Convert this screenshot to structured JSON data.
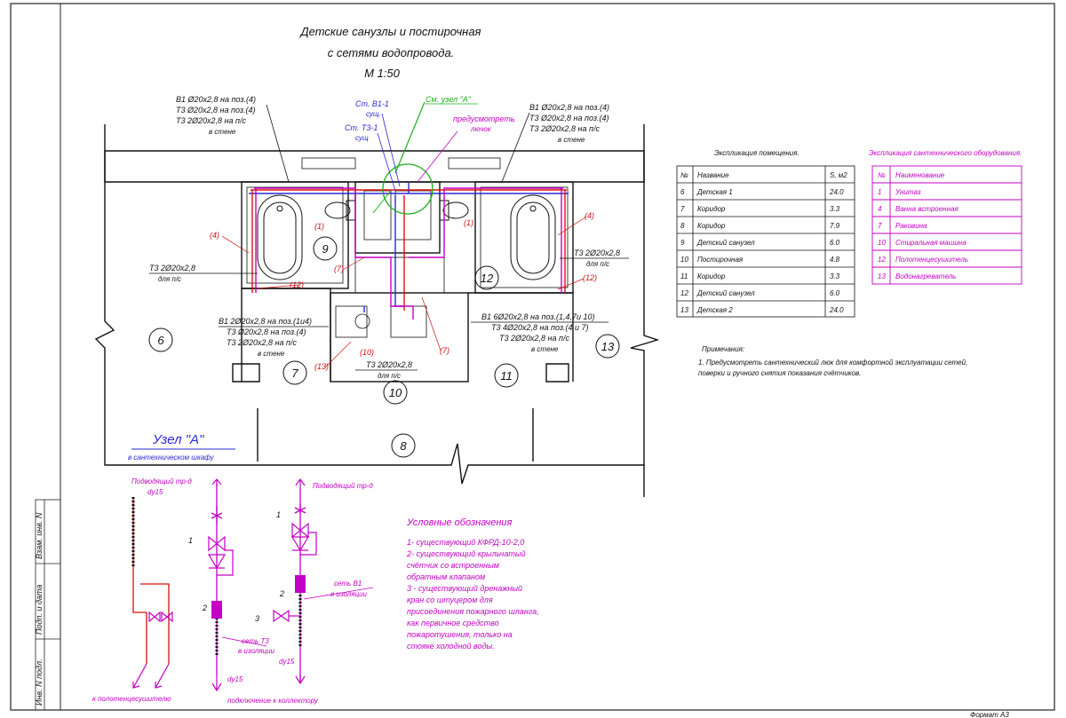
{
  "title": {
    "line1": "Детские санузлы и постирочная",
    "line2": "с сетями водопровода.",
    "scale": "М   1:50"
  },
  "callouts": {
    "left_top": [
      "В1    Ø20x2,8 на поз.(4)",
      "Т3    Ø20x2,8 на поз.(4)",
      "Т3     2Ø20x2,8  на п/с",
      "в стене"
    ],
    "right_top": [
      "В1    Ø20x2,8 на поз.(4)",
      "Т3    Ø20x2,8 на поз.(4)",
      "Т3     2Ø20x2,8   на п/с",
      "в стене"
    ],
    "left_mid": [
      "Т3 2Ø20x2,8",
      "для п/с"
    ],
    "right_mid": [
      "Т3 2Ø20x2,8",
      "для п/с"
    ],
    "center_left": [
      "В1    2Ø20x2,8 на поз.(1и4)",
      "Т3    Ø20x2,8 на поз.(4)",
      "Т3     2Ø20x2,8   на п/с",
      "в стене"
    ],
    "center_right": [
      "В1    6Ø20x2,8 на поз.(1,4,7и 10)",
      "Т3    4Ø20x2,8 на поз.(4 и 7)",
      "Т3     2Ø20x2,8  на п/с",
      "в стене"
    ],
    "laundry": [
      "Т3 2Ø20x2,8",
      "для п/с"
    ],
    "st_v1": [
      "Ст. В1-1",
      "сущ."
    ],
    "st_t3": [
      "Ст. Т3-1",
      "сущ"
    ],
    "node_ref": "См. узел \"А\"",
    "hatch_note": [
      "предусмотреть",
      "лючок"
    ]
  },
  "rooms": [
    "6",
    "7",
    "8",
    "9",
    "10",
    "11",
    "12",
    "13"
  ],
  "equipment_tags": {
    "toilet": "(1)",
    "bath": "(4)",
    "washer": "(10)",
    "towel": "(12)",
    "heater": "(13)",
    "sink": "(7)"
  },
  "rooms_table": {
    "caption": "Экспликация помещения.",
    "headers": [
      "№",
      "Название",
      "S, м2"
    ],
    "rows": [
      [
        "6",
        "Детская 1",
        "24.0"
      ],
      [
        "7",
        "Коридор",
        "3.3"
      ],
      [
        "8",
        "Коридор",
        "7.9"
      ],
      [
        "9",
        "Детский санузел",
        "6.0"
      ],
      [
        "10",
        "Постирочная",
        "4.8"
      ],
      [
        "11",
        "Коридор",
        "3.3"
      ],
      [
        "12",
        "Детский санузел",
        "6.0"
      ],
      [
        "13",
        "Детская 2",
        "24.0"
      ]
    ]
  },
  "equipment_table": {
    "caption": "Экспликация сантехнического оборудования.",
    "headers": [
      "№",
      "Наименование"
    ],
    "rows": [
      [
        "1",
        "Унитаз"
      ],
      [
        "4",
        "Ванна встроенная"
      ],
      [
        "7",
        "Раковина"
      ],
      [
        "10",
        "Стиральная машина"
      ],
      [
        "12",
        "Полотенцесушитель"
      ],
      [
        "13",
        "Водонагреватель"
      ]
    ]
  },
  "notes": {
    "heading": "Примечания:",
    "lines": [
      "1. Предусмотреть сантехнический люк для комфортной эксплуатации сетей,",
      "поверки и ручного снятия показания счётчиков."
    ]
  },
  "node_a": {
    "title": "Узел \"А\"",
    "subtitle": "в сантехническом шкафу",
    "supply_left": [
      "Подводящий тр-д",
      "dy15"
    ],
    "supply_right": "Подводящий тр-д",
    "net_t3": [
      "сеть Т3",
      "в изоляции"
    ],
    "net_v1": [
      "сеть В1",
      "в изоляции"
    ],
    "dy15_a": "dy15",
    "dy15_b": "dy15",
    "to_towel": "к полотенцесушителю",
    "to_collector": "подключение к коллектору",
    "marks": [
      "1",
      "2",
      "1",
      "2",
      "3"
    ]
  },
  "legend": {
    "title": "Условные обозначения",
    "lines": [
      "1- существующий КФРД-10-2,0",
      "2- существующий крыльчатый",
      "счётчик со встроенным",
      "обратным клапаном",
      "3 - существующий дренажный",
      "кран со штуцером для",
      "присоединения пожарного шланга,",
      "как первичное средство",
      "пожаротушения, только на",
      "стояке холодной воды."
    ]
  },
  "stamp": [
    "Взам. инв. N",
    "Подп. и дата",
    "Инв. N подл."
  ],
  "format": "Формат А3",
  "colors": {
    "cold_water": "#2a2ad8",
    "hot_water": "#e01010",
    "accent": "#c400c4",
    "ref": "#16b016"
  }
}
